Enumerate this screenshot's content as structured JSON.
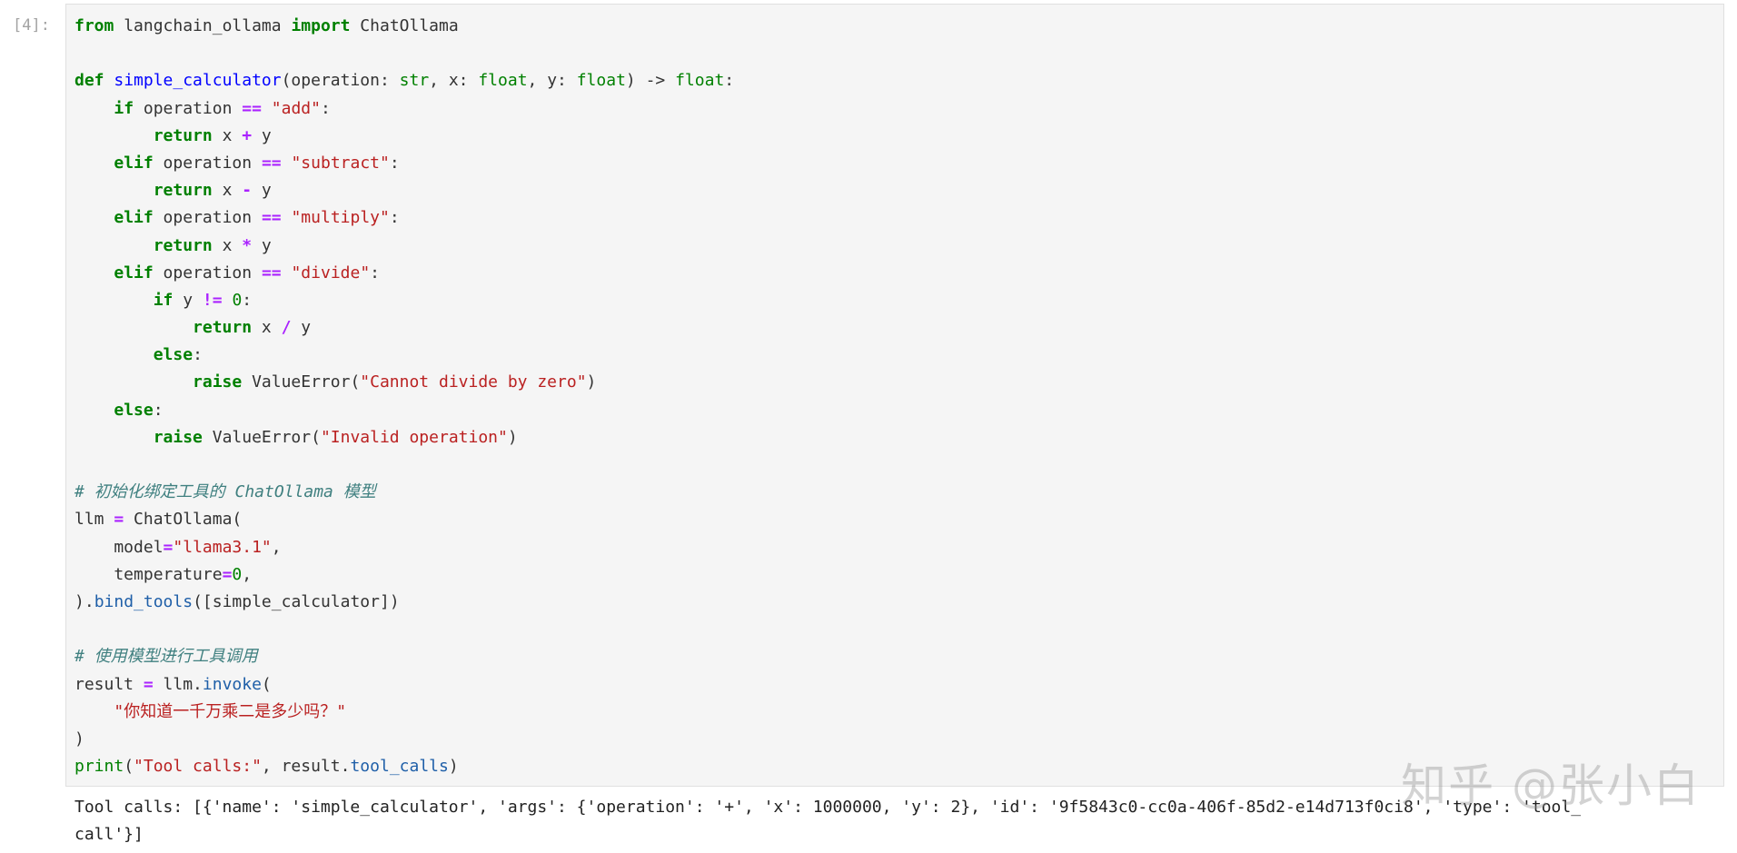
{
  "cell": {
    "prompt": "[4]:",
    "lines": [
      [
        "from",
        " langchain_ollama ",
        "import",
        " ChatOllama"
      ],
      [
        ""
      ],
      [
        "def",
        " ",
        "simple_calculator",
        "(operation: ",
        "str",
        ", x: ",
        "float",
        ", y: ",
        "float",
        ") -> ",
        "float",
        ":"
      ],
      [
        "    ",
        "if",
        " operation ",
        "==",
        " ",
        "\"add\"",
        ":"
      ],
      [
        "        ",
        "return",
        " x ",
        "+",
        " y"
      ],
      [
        "    ",
        "elif",
        " operation ",
        "==",
        " ",
        "\"subtract\"",
        ":"
      ],
      [
        "        ",
        "return",
        " x ",
        "-",
        " y"
      ],
      [
        "    ",
        "elif",
        " operation ",
        "==",
        " ",
        "\"multiply\"",
        ":"
      ],
      [
        "        ",
        "return",
        " x ",
        "*",
        " y"
      ],
      [
        "    ",
        "elif",
        " operation ",
        "==",
        " ",
        "\"divide\"",
        ":"
      ],
      [
        "        ",
        "if",
        " y ",
        "!=",
        " ",
        "0",
        ":"
      ],
      [
        "            ",
        "return",
        " x ",
        "/",
        " y"
      ],
      [
        "        ",
        "else",
        ":"
      ],
      [
        "            ",
        "raise",
        " ValueError(",
        "\"Cannot divide by zero\"",
        ")"
      ],
      [
        "    ",
        "else",
        ":"
      ],
      [
        "        ",
        "raise",
        " ValueError(",
        "\"Invalid operation\"",
        ")"
      ],
      [
        ""
      ],
      [
        "# 初始化绑定工具的 ChatOllama 模型"
      ],
      [
        "llm ",
        "=",
        " ChatOllama("
      ],
      [
        "    model",
        "=",
        "\"llama3.1\"",
        ","
      ],
      [
        "    temperature",
        "=",
        "0",
        ","
      ],
      [
        ").",
        "bind_tools",
        "([",
        "simple_calculator",
        "])"
      ],
      [
        ""
      ],
      [
        "# 使用模型进行工具调用"
      ],
      [
        "result ",
        "=",
        " llm.",
        "invoke",
        "("
      ],
      [
        "    ",
        "\"你知道一千万乘二是多少吗？\""
      ],
      [
        ")"
      ],
      [
        "print",
        "(",
        "\"Tool calls:\"",
        ", result.",
        "tool_calls",
        ")"
      ]
    ],
    "classes": [
      [
        "kw",
        "",
        "kw",
        ""
      ],
      [
        ""
      ],
      [
        "kw",
        "",
        "fn",
        "",
        "bi",
        "",
        "bi",
        "",
        "bi",
        "",
        "bi",
        ""
      ],
      [
        "",
        "kw",
        "",
        "op",
        "",
        "st",
        ""
      ],
      [
        "",
        "kw",
        "",
        "op",
        ""
      ],
      [
        "",
        "kw",
        "",
        "op",
        "",
        "st",
        ""
      ],
      [
        "",
        "kw",
        "",
        "op",
        ""
      ],
      [
        "",
        "kw",
        "",
        "op",
        "",
        "st",
        ""
      ],
      [
        "",
        "kw",
        "",
        "op",
        ""
      ],
      [
        "",
        "kw",
        "",
        "op",
        "",
        "st",
        ""
      ],
      [
        "",
        "kw",
        "",
        "op",
        "",
        "nm",
        ""
      ],
      [
        "",
        "kw",
        "",
        "op",
        ""
      ],
      [
        "",
        "kw",
        ""
      ],
      [
        "",
        "kw",
        "",
        "st",
        ""
      ],
      [
        "",
        "kw",
        ""
      ],
      [
        "",
        "kw",
        "",
        "st",
        ""
      ],
      [
        ""
      ],
      [
        "cm"
      ],
      [
        "",
        "op",
        ""
      ],
      [
        "",
        "op",
        "st",
        ""
      ],
      [
        "",
        "op",
        "nm",
        ""
      ],
      [
        "",
        "at",
        "br",
        "",
        "br"
      ],
      [
        ""
      ],
      [
        "cm"
      ],
      [
        "",
        "op",
        "",
        "at",
        ""
      ],
      [
        "",
        "st"
      ],
      [
        ""
      ],
      [
        "bi",
        "",
        "st",
        "",
        "at",
        ""
      ]
    ]
  },
  "output": {
    "lines": [
      "Tool calls: [{'name': 'simple_calculator', 'args': {'operation': '+', 'x': 1000000, 'y': 2}, 'id': '9f5843c0-cc0a-406f-85d2-e14d713f0ci8', 'type': 'tool_",
      "call'}]"
    ]
  },
  "watermark": "知乎 @张小白"
}
